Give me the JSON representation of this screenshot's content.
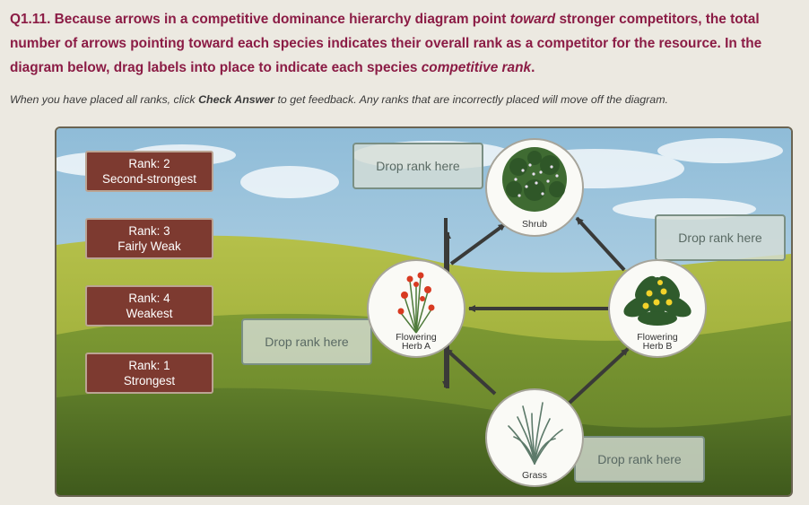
{
  "question": {
    "number": "Q1.11.",
    "part1": "Because arrows in a competitive dominance hierarchy diagram point",
    "emphasis1": "toward",
    "part2": "stronger competitors, the total number of arrows pointing toward each species indicates their overall rank as a competitor for the resource. In the diagram below, drag labels into place to indicate each species",
    "emphasis2": "competitive rank",
    "end": "."
  },
  "instructions": {
    "before": "When you have placed all ranks, click",
    "button_name": "Check Answer",
    "after": "to get feedback. Any ranks that are incorrectly placed will move off the diagram."
  },
  "rank_labels": [
    {
      "rank": "Rank: 2",
      "desc": "Second-strongest"
    },
    {
      "rank": "Rank: 3",
      "desc": "Fairly Weak"
    },
    {
      "rank": "Rank: 4",
      "desc": "Weakest"
    },
    {
      "rank": "Rank: 1",
      "desc": "Strongest"
    }
  ],
  "drop_zones": {
    "shrub": "Drop rank here",
    "herb_b": "Drop rank here",
    "herb_a": "Drop rank here",
    "grass": "Drop rank here"
  },
  "species": {
    "shrub": "Shrub",
    "herb_a_line1": "Flowering",
    "herb_a_line2": "Herb A",
    "herb_b_line1": "Flowering",
    "herb_b_line2": "Herb B",
    "grass": "Grass"
  },
  "colors": {
    "question_text": "#8b1c45",
    "rank_label_bg": "#7d3a30",
    "arrow": "#3a3a38",
    "sky": "#a9cbe2",
    "grass_light": "#a6b338",
    "grass_dark": "#556b20"
  }
}
